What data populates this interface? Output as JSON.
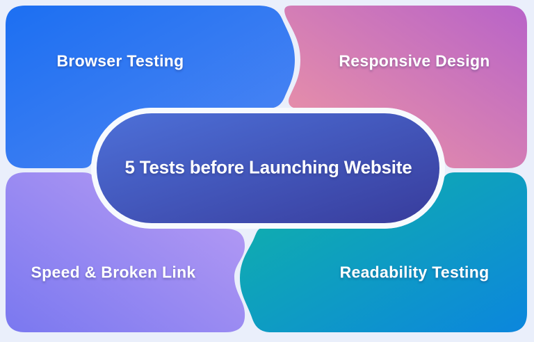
{
  "figure": {
    "background_color": "#eaeffb",
    "ring_color": "#f7fafe",
    "text_color": "#ffffff",
    "center_pill": {
      "label": "5 Tests before Launching Website",
      "gradient": [
        "#4d70d8",
        "#383c9c"
      ]
    },
    "cards": [
      {
        "id": "browser-testing",
        "label": "Browser Testing",
        "gradient": [
          "#1c6ff2",
          "#4f86f3"
        ]
      },
      {
        "id": "responsive-design",
        "label": "Responsive Design",
        "gradient": [
          "#ef97a3",
          "#b863c8"
        ]
      },
      {
        "id": "speed-broken-link",
        "label": "Speed & Broken Link",
        "gradient": [
          "#7a78f0",
          "#bb9ef4"
        ]
      },
      {
        "id": "readability-testing",
        "label": "Readability Testing",
        "gradient": [
          "#10b4a6",
          "#0c86dd"
        ]
      }
    ]
  }
}
